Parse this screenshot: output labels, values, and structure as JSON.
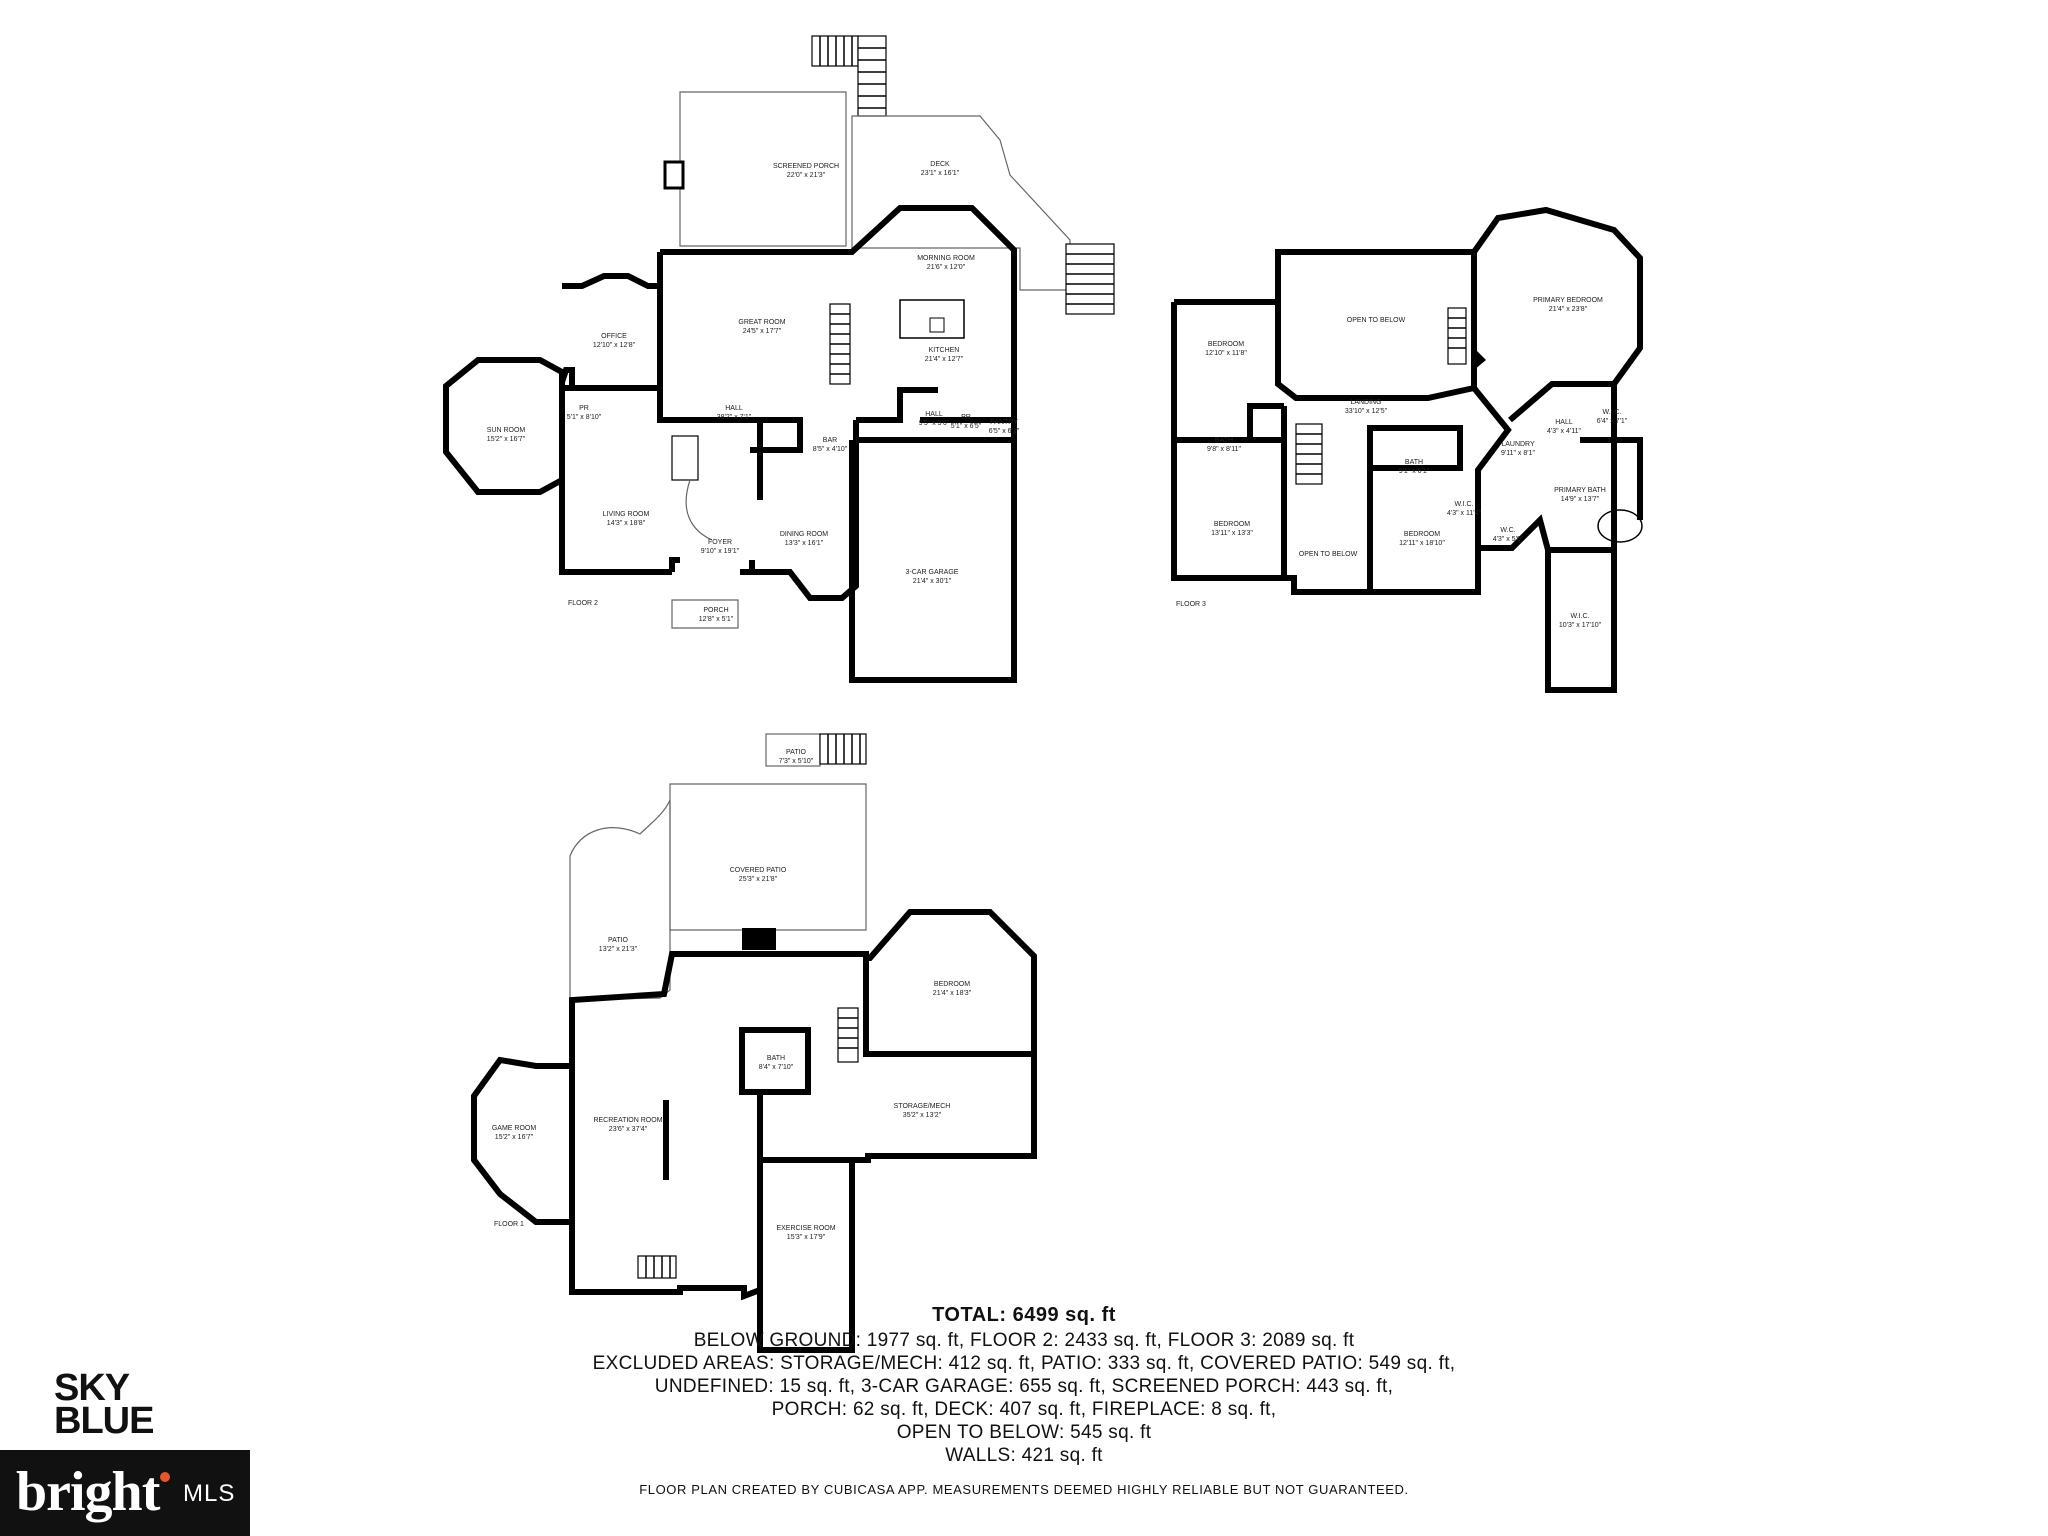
{
  "floor2": {
    "label": "FLOOR 2",
    "rooms": [
      {
        "id": "screened-porch",
        "name": "SCREENED PORCH",
        "dims": "22'0\" x 21'3\""
      },
      {
        "id": "deck",
        "name": "DECK",
        "dims": "23'1\" x 16'1\""
      },
      {
        "id": "morning-room",
        "name": "MORNING ROOM",
        "dims": "21'6\" x 12'0\""
      },
      {
        "id": "great-room",
        "name": "GREAT ROOM",
        "dims": "24'5\" x 17'7\""
      },
      {
        "id": "kitchen",
        "name": "KITCHEN",
        "dims": "21'4\" x 12'7\""
      },
      {
        "id": "office",
        "name": "OFFICE",
        "dims": "12'10\" x 12'8\""
      },
      {
        "id": "sun-room",
        "name": "SUN ROOM",
        "dims": "15'2\" x 16'7\""
      },
      {
        "id": "pr1",
        "name": "PR",
        "dims": "5'1\" x 8'10\""
      },
      {
        "id": "hall1",
        "name": "HALL",
        "dims": "38'2\" x 7'1\""
      },
      {
        "id": "hall2",
        "name": "HALL",
        "dims": "9'5\" x 3'6\""
      },
      {
        "id": "pr2",
        "name": "PR",
        "dims": "5'1\" x 6'5\""
      },
      {
        "id": "pantry",
        "name": "PANTRY",
        "dims": "6'5\" x 6'1\""
      },
      {
        "id": "bar",
        "name": "BAR",
        "dims": "8'5\" x 4'10\""
      },
      {
        "id": "living-room",
        "name": "LIVING ROOM",
        "dims": "14'3\" x 18'8\""
      },
      {
        "id": "foyer",
        "name": "FOYER",
        "dims": "9'10\" x 19'1\""
      },
      {
        "id": "dining-room",
        "name": "DINING ROOM",
        "dims": "13'3\" x 16'1\""
      },
      {
        "id": "garage",
        "name": "3-CAR GARAGE",
        "dims": "21'4\" x 30'1\""
      },
      {
        "id": "porch",
        "name": "PORCH",
        "dims": "12'8\" x 5'1\""
      }
    ]
  },
  "floor3": {
    "label": "FLOOR 3",
    "rooms": [
      {
        "id": "bedroom-a",
        "name": "BEDROOM",
        "dims": "12'10\" x 11'8\""
      },
      {
        "id": "open-below-a",
        "name": "OPEN TO BELOW",
        "dims": ""
      },
      {
        "id": "primary-bedroom",
        "name": "PRIMARY BEDROOM",
        "dims": "21'4\" x 23'8\""
      },
      {
        "id": "landing",
        "name": "LANDING",
        "dims": "33'10\" x 12'5\""
      },
      {
        "id": "bath-a",
        "name": "BATH",
        "dims": "9'8\" x 8'11\""
      },
      {
        "id": "bath-b",
        "name": "BATH",
        "dims": "9'1\" x 6'1\""
      },
      {
        "id": "laundry",
        "name": "LAUNDRY",
        "dims": "9'11\" x 8'1\""
      },
      {
        "id": "hall3",
        "name": "HALL",
        "dims": "4'3\" x 4'11\""
      },
      {
        "id": "wic-a",
        "name": "W.I.C.",
        "dims": "6'4\" x 7'1\""
      },
      {
        "id": "primary-bath",
        "name": "PRIMARY BATH",
        "dims": "14'9\" x 13'7\""
      },
      {
        "id": "bedroom-b",
        "name": "BEDROOM",
        "dims": "13'11\" x 13'3\""
      },
      {
        "id": "open-below-b",
        "name": "OPEN TO BELOW",
        "dims": ""
      },
      {
        "id": "bedroom-c",
        "name": "BEDROOM",
        "dims": "12'11\" x 18'10\""
      },
      {
        "id": "wic-b",
        "name": "W.I.C.",
        "dims": "4'3\" x 11'4\""
      },
      {
        "id": "wc",
        "name": "W.C.",
        "dims": "4'3\" x 5'0\""
      },
      {
        "id": "wic-c",
        "name": "W.I.C.",
        "dims": "10'3\" x 17'10\""
      }
    ]
  },
  "floor1": {
    "label": "FLOOR 1",
    "rooms": [
      {
        "id": "patio-top",
        "name": "PATIO",
        "dims": "7'3\" x 5'10\""
      },
      {
        "id": "covered-patio",
        "name": "COVERED PATIO",
        "dims": "25'3\" x 21'8\""
      },
      {
        "id": "patio-left",
        "name": "PATIO",
        "dims": "13'2\" x 21'3\""
      },
      {
        "id": "bedroom-d",
        "name": "BEDROOM",
        "dims": "21'4\" x 18'3\""
      },
      {
        "id": "bath-c",
        "name": "BATH",
        "dims": "8'4\" x 7'10\""
      },
      {
        "id": "storage-mech",
        "name": "STORAGE/MECH",
        "dims": "35'2\" x 13'2\""
      },
      {
        "id": "game-room",
        "name": "GAME ROOM",
        "dims": "15'2\" x 16'7\""
      },
      {
        "id": "recreation-room",
        "name": "RECREATION ROOM",
        "dims": "23'6\" x 37'4\""
      },
      {
        "id": "exercise-room",
        "name": "EXERCISE ROOM",
        "dims": "15'3\" x 17'9\""
      }
    ]
  },
  "totals": {
    "title": "TOTAL: 6499 sq. ft",
    "lines": [
      "BELOW GROUND: 1977 sq. ft, FLOOR 2: 2433 sq. ft, FLOOR 3: 2089 sq. ft",
      "EXCLUDED AREAS: STORAGE/MECH: 412 sq. ft, PATIO: 333 sq. ft, COVERED PATIO: 549 sq. ft,",
      "UNDEFINED: 15 sq. ft, 3-CAR GARAGE: 655 sq. ft, SCREENED PORCH: 443 sq. ft,",
      "PORCH: 62 sq. ft, DECK: 407 sq. ft, FIREPLACE: 8 sq. ft,",
      "OPEN TO BELOW: 545 sq. ft",
      "WALLS: 421 sq. ft"
    ]
  },
  "disclaimer": "FLOOR PLAN CREATED BY CUBICASA APP. MEASUREMENTS DEEMED HIGHLY RELIABLE BUT NOT GUARANTEED.",
  "branding": {
    "logo_line1": "SKY",
    "logo_line2": "BLUE",
    "badge_word": "bright",
    "badge_mls": "MLS",
    "badge_accent": "#e4572e"
  }
}
